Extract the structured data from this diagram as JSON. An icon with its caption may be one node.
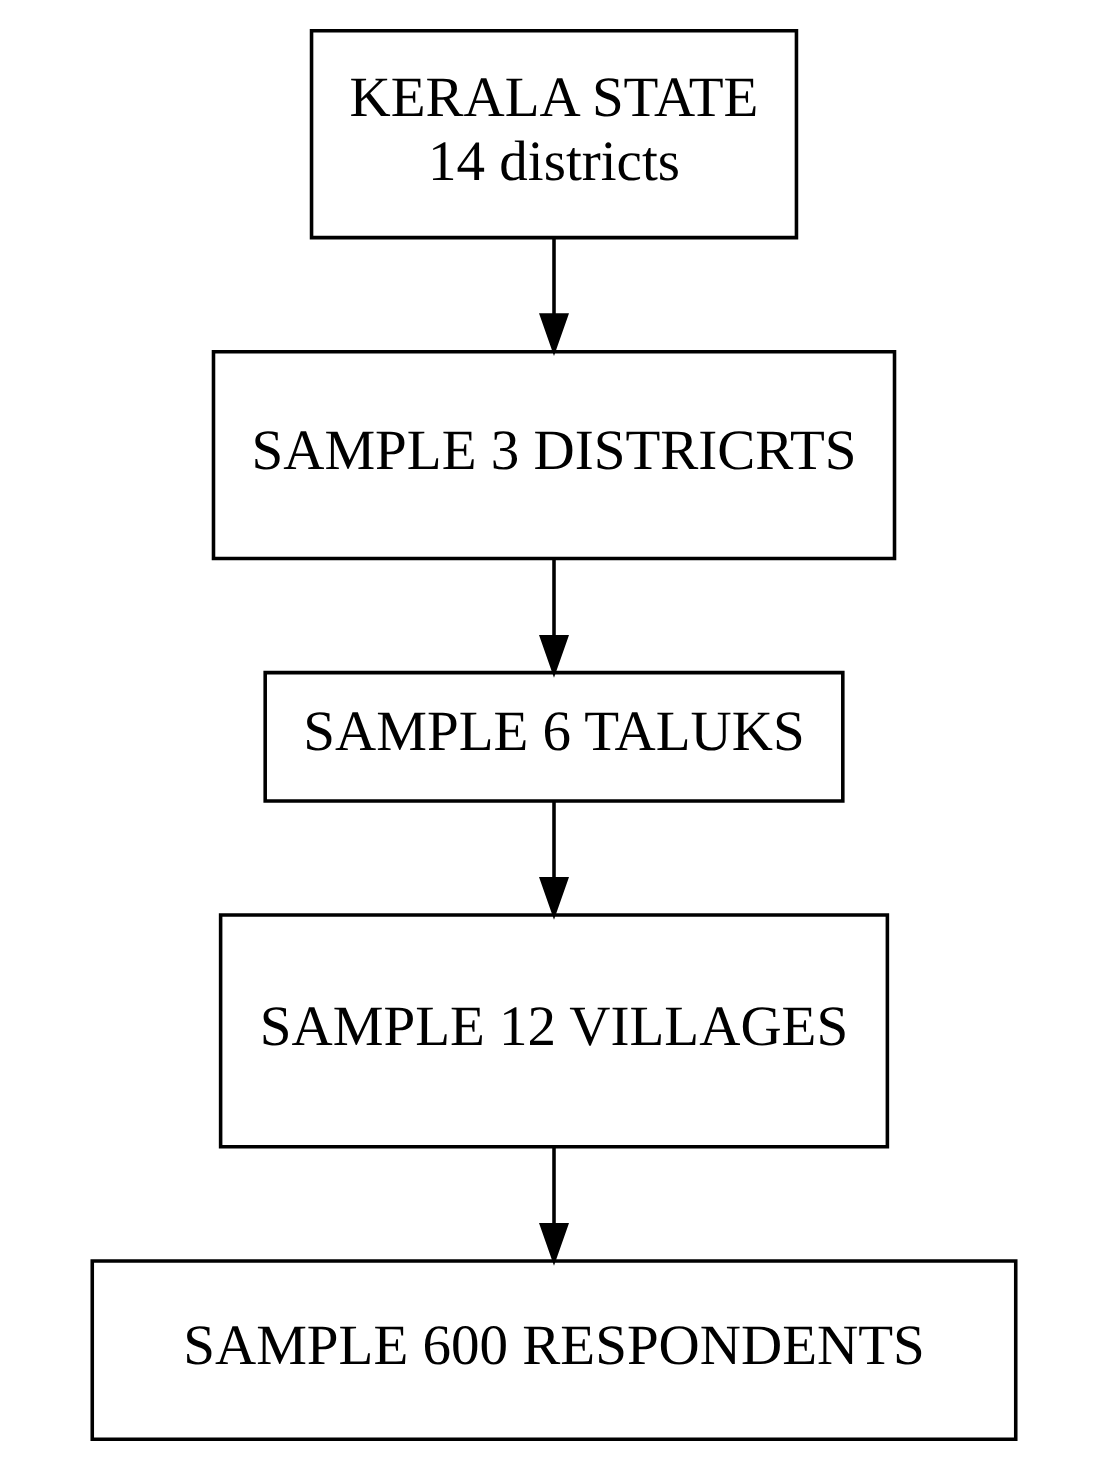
{
  "diagram": {
    "nodes": [
      {
        "text": [
          "KERALA STATE",
          "14 districts"
        ]
      },
      {
        "text": [
          "SAMPLE 3 DISTRICRTS"
        ]
      },
      {
        "text": [
          "SAMPLE 6 TALUKS"
        ]
      },
      {
        "text": [
          "SAMPLE 12 VILLAGES"
        ]
      },
      {
        "text": [
          "SAMPLE 600 RESPONDENTS"
        ]
      }
    ],
    "edges": [
      {
        "from": 0,
        "to": 1,
        "arrow": "to"
      },
      {
        "from": 1,
        "to": 2,
        "arrow": "to"
      },
      {
        "from": 2,
        "to": 3,
        "arrow": "to"
      },
      {
        "from": 3,
        "to": 4,
        "arrow": "to"
      }
    ]
  }
}
